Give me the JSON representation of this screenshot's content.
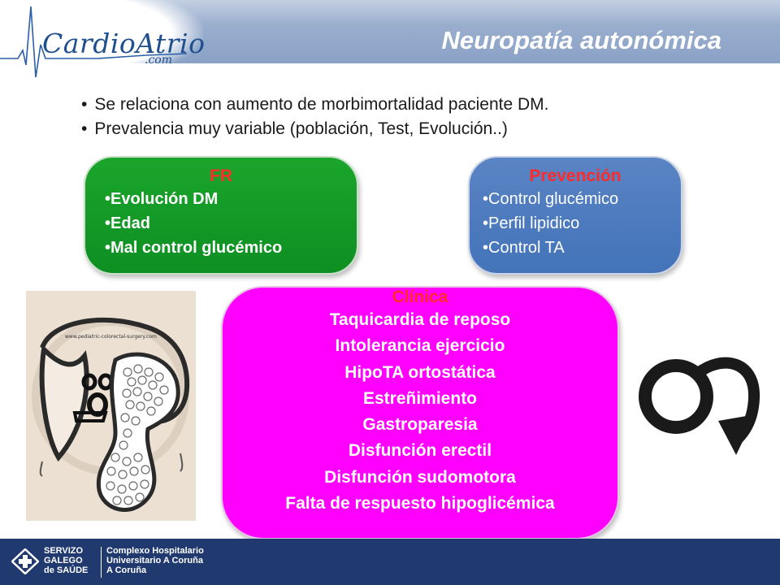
{
  "header": {
    "logo_main": "Cardio",
    "logo_accent": "Atrio",
    "logo_suffix": ".com",
    "title": "Neuropatía autonómica"
  },
  "bullets": [
    "Se relaciona con aumento de morbimortalidad paciente DM.",
    "Prevalencia muy variable (población, Test, Evolución..)"
  ],
  "fr_box": {
    "title": "FR",
    "items": [
      "Evolución DM",
      "Edad",
      "Mal control glucémico"
    ]
  },
  "prevention_box": {
    "title": "Prevención",
    "items": [
      "Control glucémico",
      "Perfil lipidico",
      "Control TA"
    ]
  },
  "clinical_box": {
    "title": "Clínica",
    "items": [
      "Taquicardia de reposo",
      "Intolerancia ejercicio",
      "HipoTA ortostática",
      "Estreñimiento",
      "Gastroparesia",
      "Disfunción erectil",
      "Disfunción sudomotora",
      "Falta de respuesto hipoglicémica"
    ]
  },
  "illustration": {
    "caption": "www.pediatric-colorectal-surgery.com"
  },
  "footer": {
    "sg_lines": [
      "SERVIZO",
      "GALEGO",
      "de SAÚDE"
    ],
    "hospital_lines": [
      "Complexo Hospitalario",
      "Universitario A Coruña",
      "A Coruña"
    ]
  },
  "colors": {
    "header_band": "#8aa2c6",
    "fr_green": "#0e8f22",
    "prevention_blue": "#4373b9",
    "clinical_magenta": "#ff00ff",
    "title_red": "#ff2a2a",
    "footer_navy": "#203a70"
  }
}
